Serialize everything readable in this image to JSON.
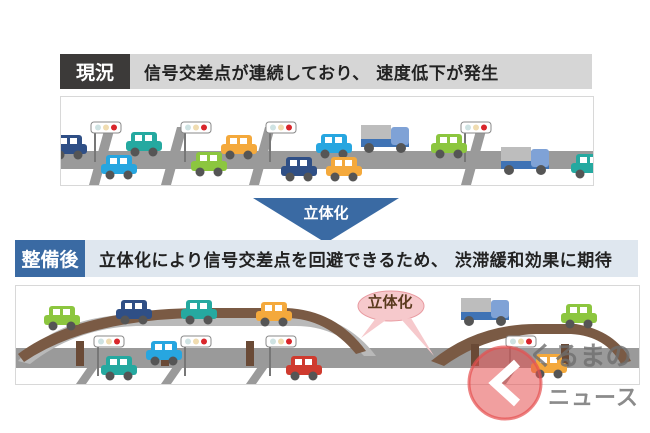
{
  "before": {
    "label": "現況",
    "caption": "信号交差点が連続しており、 速度低下が発生"
  },
  "arrow": {
    "label": "立体化"
  },
  "after": {
    "label": "整備後",
    "caption": "立体化により信号交差点を回避できるため、 渋滞緩和効果に期待"
  },
  "bubble": {
    "label": "立体化"
  },
  "watermark": {
    "line1": "くるまの",
    "line2": "ニュース"
  },
  "colors": {
    "before_label": "#3c3a39",
    "after_label": "#3a6aa3",
    "arrow": "#3a6aa3",
    "road": "#9a9a9a",
    "bridge": "#7a5a44"
  }
}
